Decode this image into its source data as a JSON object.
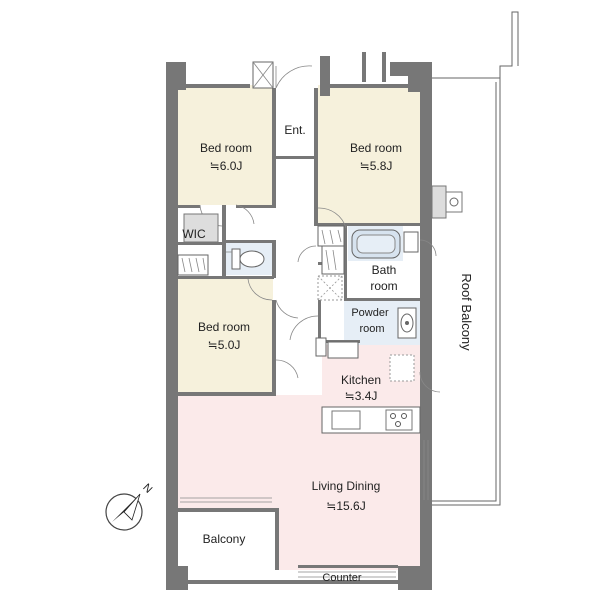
{
  "rooms": {
    "bedroom_1": {
      "name": "Bed room",
      "size": "≒6.0J"
    },
    "bedroom_2": {
      "name": "Bed room",
      "size": "≒5.8J"
    },
    "bedroom_3": {
      "name": "Bed room",
      "size": "≒5.0J"
    },
    "entrance": {
      "name": "Ent."
    },
    "wic": {
      "name": "WIC"
    },
    "bath": {
      "line1": "Bath",
      "line2": "room"
    },
    "powder": {
      "line1": "Powder",
      "line2": "room"
    },
    "kitchen": {
      "name": "Kitchen",
      "size": "≒3.4J"
    },
    "living": {
      "name": "Living Dining",
      "size": "≒15.6J"
    },
    "balcony": {
      "name": "Balcony"
    },
    "roof_balcony": {
      "name": "Roof Balcony"
    }
  },
  "counter_label": "Counter",
  "compass": {
    "label": "N"
  },
  "colors": {
    "bedroom": "#f6f1dc",
    "living": "#fbeaea",
    "wet_area": "#e6eef6",
    "wall": "#777777"
  }
}
